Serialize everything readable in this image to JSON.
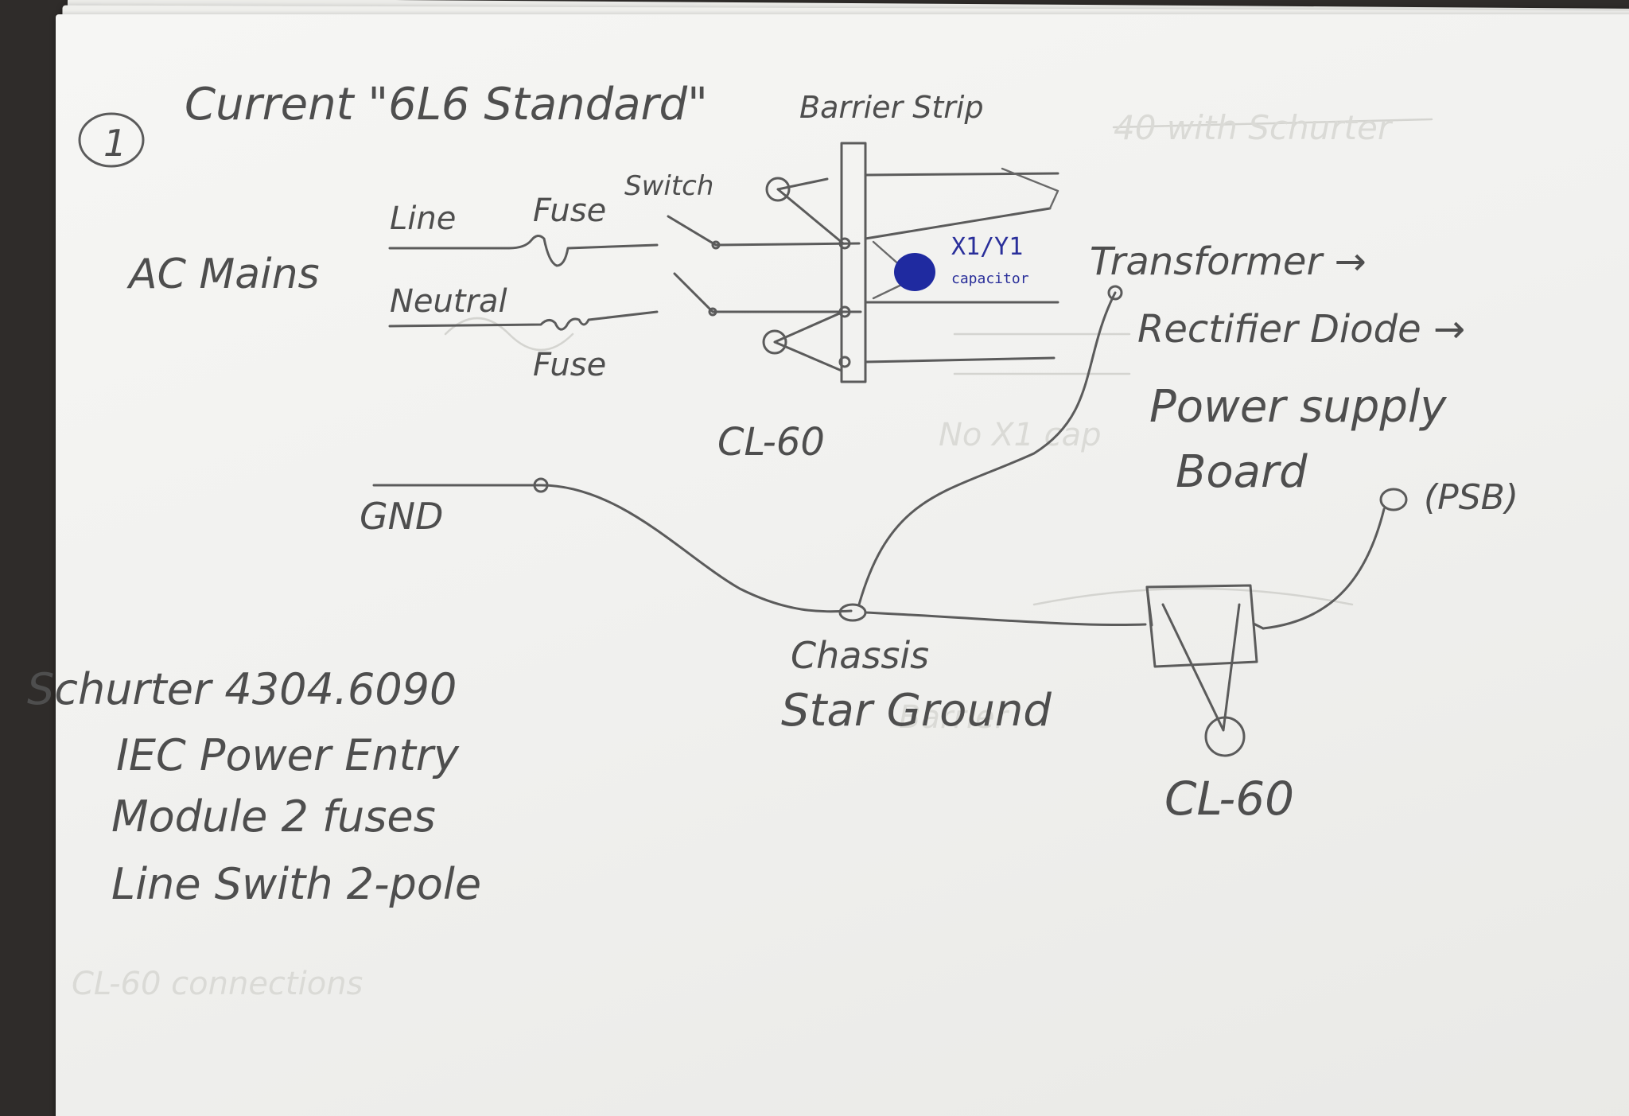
{
  "colors": {
    "pencil": "#5b5b5b",
    "blue_ink": "#1f2aa0",
    "paper": "#f4f4f2",
    "background": "#2f2c2a"
  },
  "labels": {
    "number": "1",
    "title": "Current \"6L6 Standard\"",
    "barrier_strip": "Barrier Strip",
    "ac_mains": "AC Mains",
    "line": "Line",
    "fuse_top": "Fuse",
    "switch": "Switch",
    "neutral": "Neutral",
    "fuse_bottom": "Fuse",
    "capacitor_name": "X1/Y1",
    "capacitor_word": "capacitor",
    "transformer": "Transformer →",
    "rectifier": "Rectifier Diode →",
    "cl60_top": "CL-60",
    "gnd": "GND",
    "power_supply": "Power supply",
    "board": "Board",
    "psb": "(PSB)",
    "chassis": "Chassis",
    "star_ground": "Star Ground",
    "cl60_bottom": "CL-60",
    "schurter_line1": "Schurter 4304.6090",
    "schurter_line2": "IEC Power Entry",
    "schurter_line3": "Module 2 fuses",
    "schurter_line4": "Line Swith 2-pole"
  }
}
